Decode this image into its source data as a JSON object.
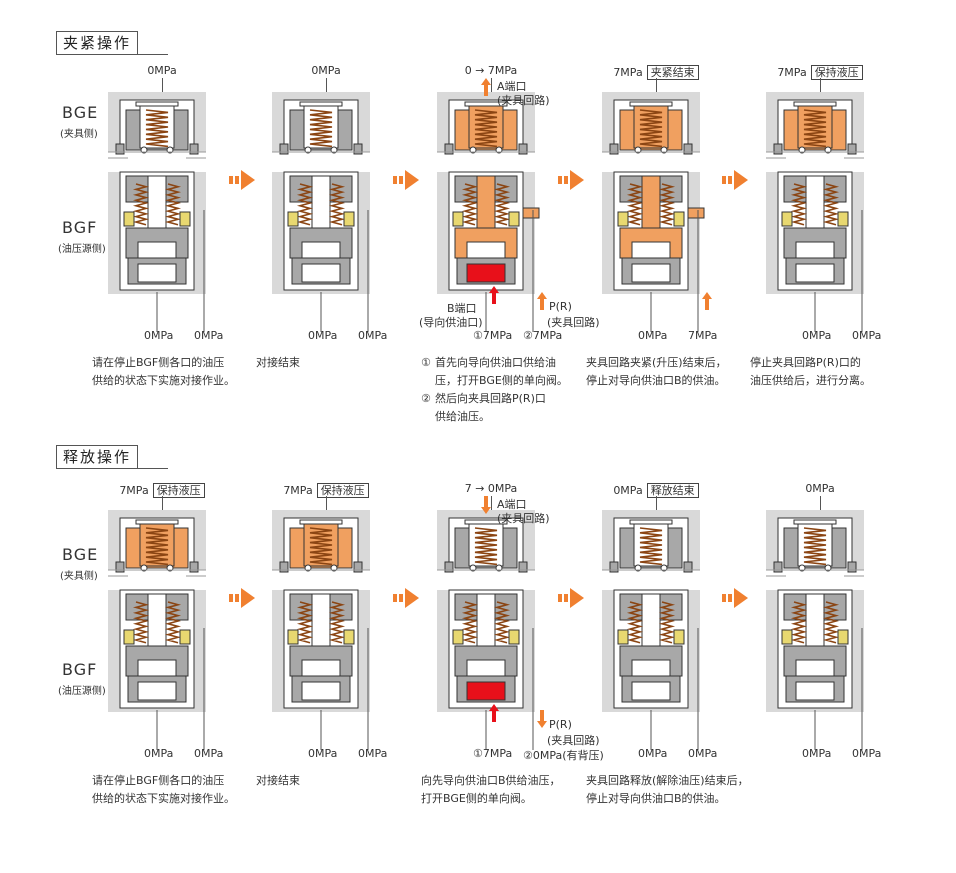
{
  "sections": {
    "clamp": {
      "title": "夹紧操作",
      "bge_label": "BGE",
      "bge_sub": "(夹具侧)",
      "bgf_label": "BGF",
      "bgf_sub": "(油压源侧)",
      "stages": [
        {
          "top_pressure": "0MPa",
          "top_status": "",
          "bottom_left": "0MPa",
          "bottom_right": "0MPa",
          "desc": [
            "请在停止BGF侧各口的油压",
            "供给的状态下实施对接作业。"
          ]
        },
        {
          "top_pressure": "0MPa",
          "top_status": "",
          "bottom_left": "0MPa",
          "bottom_right": "0MPa",
          "desc": [
            "对接结束"
          ]
        },
        {
          "top_pressure": "0 → 7MPa",
          "top_status": "",
          "port_a": "A端口",
          "port_a_sub": "(夹具回路)",
          "port_b": "B端口",
          "port_b_sub": "(导向供油口)",
          "port_p": "P(R)",
          "port_p_sub": "(夹具回路)",
          "bottom_left": "①7MPa",
          "bottom_right": "②7MPa",
          "desc_items": [
            {
              "num": "①",
              "lines": [
                "首先向导向供油口供给油",
                "压，打开BGE侧的单向阀。"
              ]
            },
            {
              "num": "②",
              "lines": [
                "然后向夹具回路P(R)口",
                "供给油压。"
              ]
            }
          ]
        },
        {
          "top_pressure": "7MPa",
          "top_status": "夹紧结束",
          "bottom_left": "0MPa",
          "bottom_right": "7MPa",
          "desc": [
            "夹具回路夹紧(升压)结束后，",
            "停止对导向供油口B的供油。"
          ]
        },
        {
          "top_pressure": "7MPa",
          "top_status": "保持液压",
          "bottom_left": "0MPa",
          "bottom_right": "0MPa",
          "desc": [
            "停止夹具回路P(R)口的",
            "油压供给后，进行分离。"
          ]
        }
      ]
    },
    "release": {
      "title": "释放操作",
      "bge_label": "BGE",
      "bge_sub": "(夹具侧)",
      "bgf_label": "BGF",
      "bgf_sub": "(油压源侧)",
      "stages": [
        {
          "top_pressure": "7MPa",
          "top_status": "保持液压",
          "bottom_left": "0MPa",
          "bottom_right": "0MPa",
          "desc": [
            "请在停止BGF侧各口的油压",
            "供给的状态下实施对接作业。"
          ]
        },
        {
          "top_pressure": "7MPa",
          "top_status": "保持液压",
          "bottom_left": "0MPa",
          "bottom_right": "0MPa",
          "desc": [
            "对接结束"
          ]
        },
        {
          "top_pressure": "7 → 0MPa",
          "top_status": "",
          "port_a": "A端口",
          "port_a_sub": "(夹具回路)",
          "port_p": "P(R)",
          "port_p_sub": "(夹具回路)",
          "bottom_left": "①7MPa",
          "bottom_right": "②0MPa(有背压)",
          "desc": [
            "向先导向供油口B供给油压，",
            "打开BGE侧的单向阀。"
          ]
        },
        {
          "top_pressure": "0MPa",
          "top_status": "释放结束",
          "bottom_left": "0MPa",
          "bottom_right": "0MPa",
          "desc": [
            "夹具回路释放(解除油压)结束后，",
            "停止对导向供油口B的供油。"
          ]
        },
        {
          "top_pressure": "0MPa",
          "top_status": "",
          "bottom_left": "0MPa",
          "bottom_right": "0MPa",
          "desc": []
        }
      ]
    }
  },
  "colors": {
    "oil": "#f0a060",
    "high_pressure": "#e8101a",
    "arrow": "#f08030",
    "body": "#d9d9d9",
    "metal": "#a8a8a8",
    "outline": "#333333",
    "spring": "#8b4513",
    "seal": "#e8d870"
  }
}
